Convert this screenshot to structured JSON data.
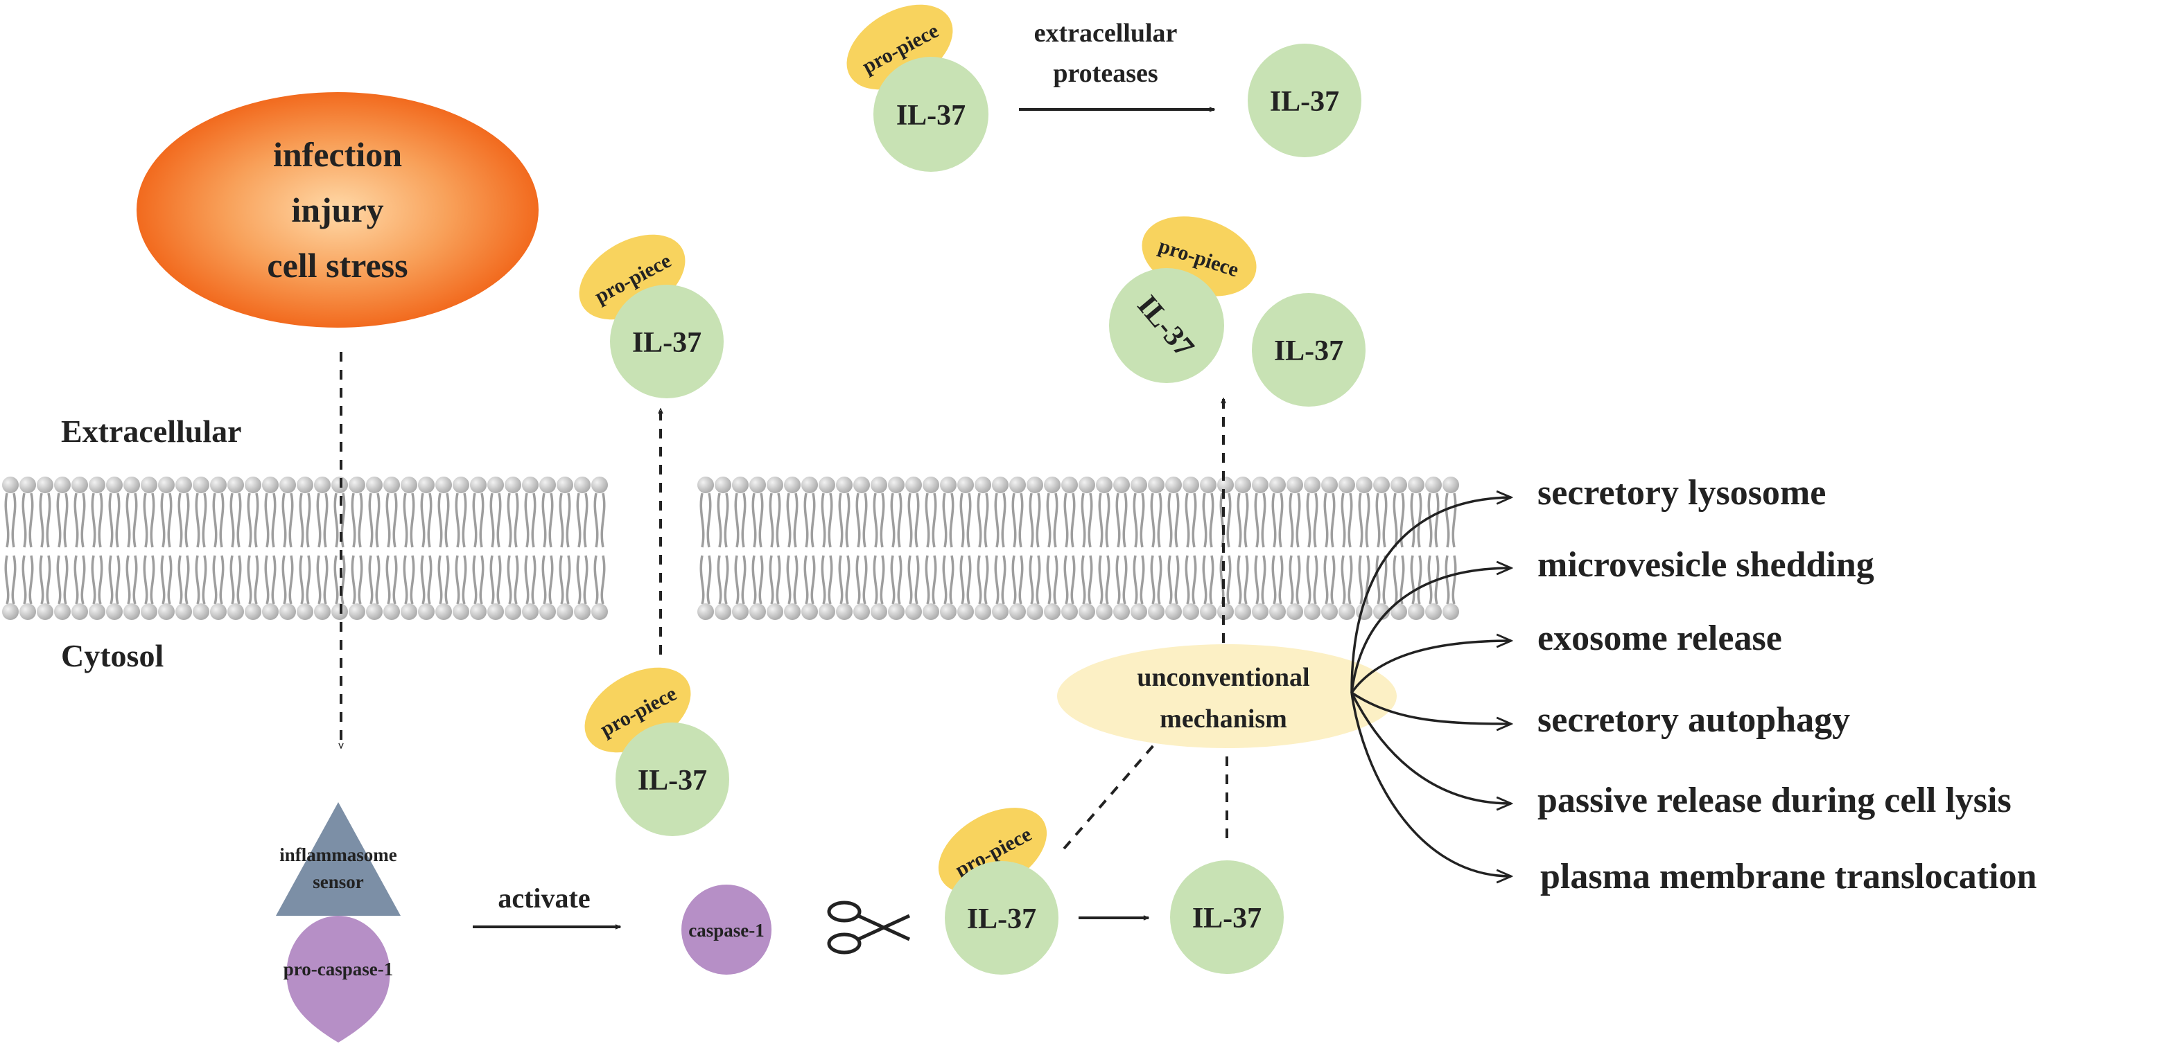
{
  "stimulus": {
    "lines": [
      "infection",
      "injury",
      "cell stress"
    ]
  },
  "membrane": {
    "extracellular_label": "Extracellular",
    "cytosol_label": "Cytosol"
  },
  "inflammasome": {
    "sensor_line1": "inflammasome",
    "sensor_line2": "sensor",
    "procaspase": "pro-caspase-1"
  },
  "activate_label": "activate",
  "caspase_label": "caspase-1",
  "protein": {
    "il37": "IL-37",
    "propiece": "pro-piece"
  },
  "extracellular_proteases": {
    "line1": "extracellular",
    "line2": "proteases"
  },
  "unconventional": {
    "line1": "unconventional",
    "line2": "mechanism"
  },
  "mechanisms": [
    "secretory lysosome",
    "microvesicle shedding",
    "exosome release",
    "secretory autophagy",
    "passive release during cell lysis",
    "plasma membrane translocation"
  ],
  "colors": {
    "stimulus_outer": "#F26A1E",
    "stimulus_inner": "#FFD9A8",
    "il37_fill": "#C8E2B4",
    "propiece_fill": "#F8D35E",
    "sensor_fill": "#7C8FA6",
    "caspase_fill": "#B68FC6",
    "unconventional_fill": "#FCF0C5",
    "lipid_fill": "#BDBDBD"
  },
  "icons": {
    "scissors": "scissors-icon"
  }
}
